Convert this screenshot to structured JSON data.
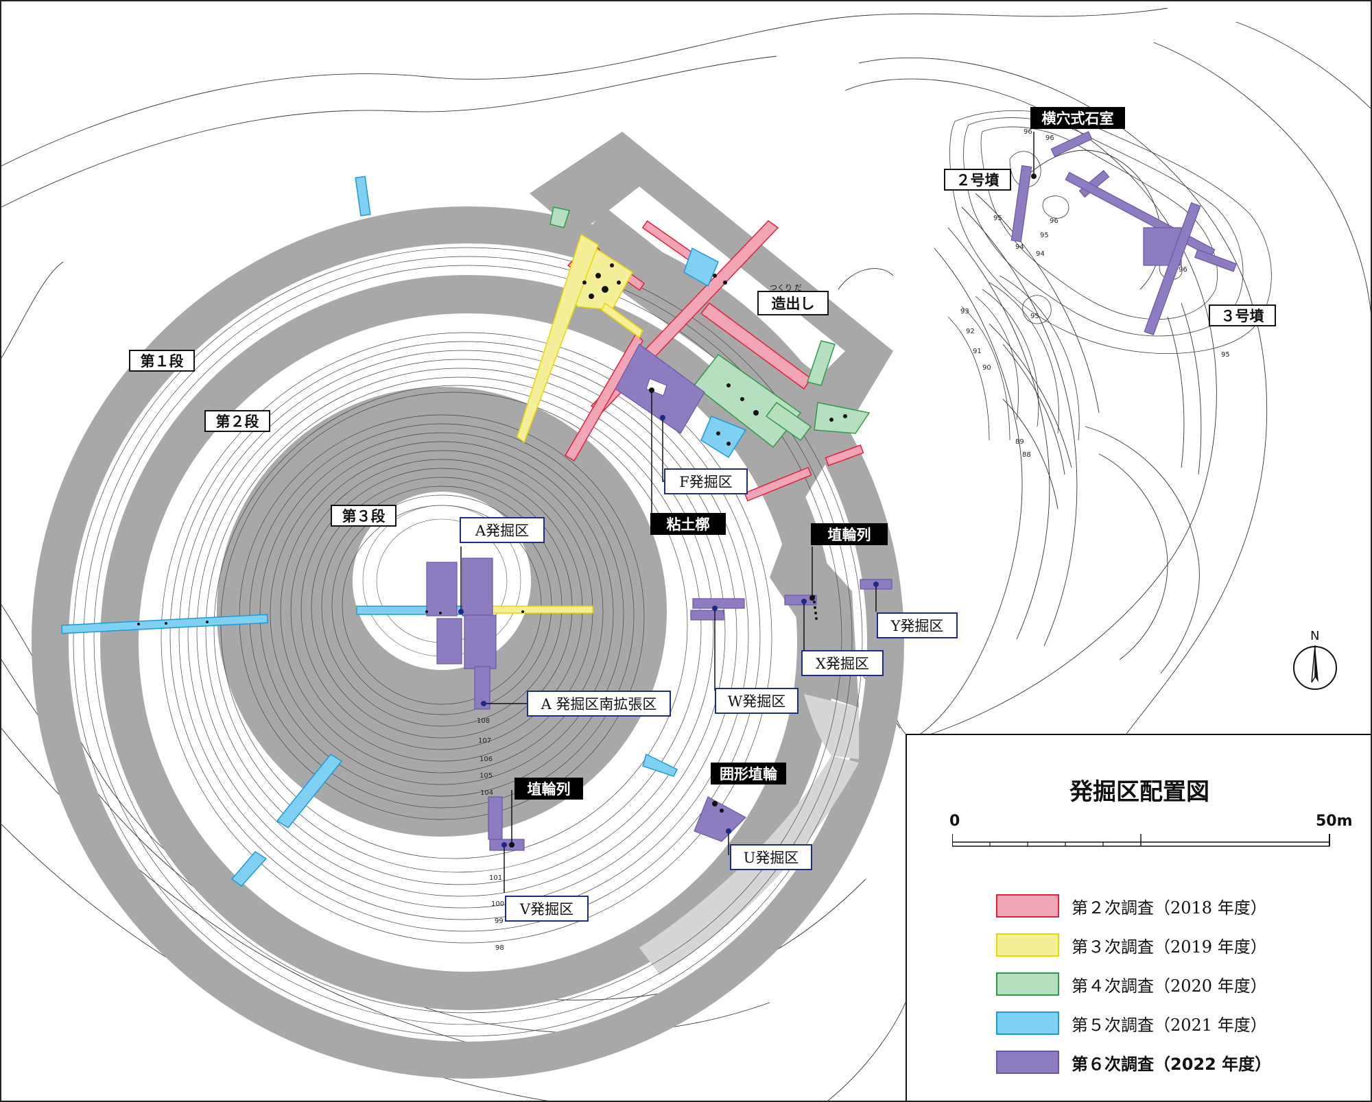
{
  "labels": {
    "tier1": "第１段",
    "tier2": "第２段",
    "tier3": "第３段",
    "tsukuridashi": "造出し",
    "tsukuridashi_ruby_1": "つくり",
    "tsukuridashi_ruby_2": "だ",
    "mound2": "２号墳",
    "mound3": "３号墳",
    "stone_chamber": "横穴式石室",
    "clay_coffin": "粘土槨",
    "haniwa_row_1": "埴輪列",
    "haniwa_row_2": "埴輪列",
    "enclosure_haniwa": "囲形埴輪",
    "area_a": "A発掘区",
    "area_a_south": "A 発掘区南拡張区",
    "area_f": "F発掘区",
    "area_u": "U発掘区",
    "area_v": "V発掘区",
    "area_w": "W発掘区",
    "area_x": "X発掘区",
    "area_y": "Y発掘区"
  },
  "contours": {
    "c108": "108",
    "c107": "107",
    "c106": "106",
    "c105": "105",
    "c104": "104",
    "c101": "101",
    "c100": "100",
    "c99": "99",
    "c98": "98",
    "c96a": "96",
    "c96b": "96",
    "c96c": "96",
    "c96d": "96",
    "c95a": "95",
    "c95b": "95",
    "c95c": "95",
    "c95d": "95",
    "c94a": "94",
    "c94b": "94",
    "c93": "93",
    "c92": "92",
    "c91": "91",
    "c90": "90",
    "c89": "89",
    "c88": "88"
  },
  "legend": {
    "title": "発掘区配置図",
    "scale_start": "0",
    "scale_end": "50m",
    "items": [
      {
        "label": "第２次調査（2018 年度）",
        "fill": "#f2a6b5",
        "border": "#e0203a"
      },
      {
        "label": "第３次調査（2019 年度）",
        "fill": "#f6ef9a",
        "border": "#e8d800"
      },
      {
        "label": "第４次調査（2020 年度）",
        "fill": "#b5dfbe",
        "border": "#2e9a47"
      },
      {
        "label": "第５次調査（2021 年度）",
        "fill": "#7fd0f2",
        "border": "#1a9ad6"
      },
      {
        "label": "第６次調査（2022 年度）",
        "fill": "#8d7cc0",
        "border": "#6a55a8"
      }
    ]
  },
  "north_label": "N",
  "colors": {
    "survey2": "#f2a6b5",
    "survey3": "#f6ef9a",
    "survey4": "#b5dfbe",
    "survey5": "#7fd0f2",
    "survey6": "#8d7cc0",
    "terrace": "#a8a8a8",
    "terrace_light": "#d6d6d6"
  }
}
